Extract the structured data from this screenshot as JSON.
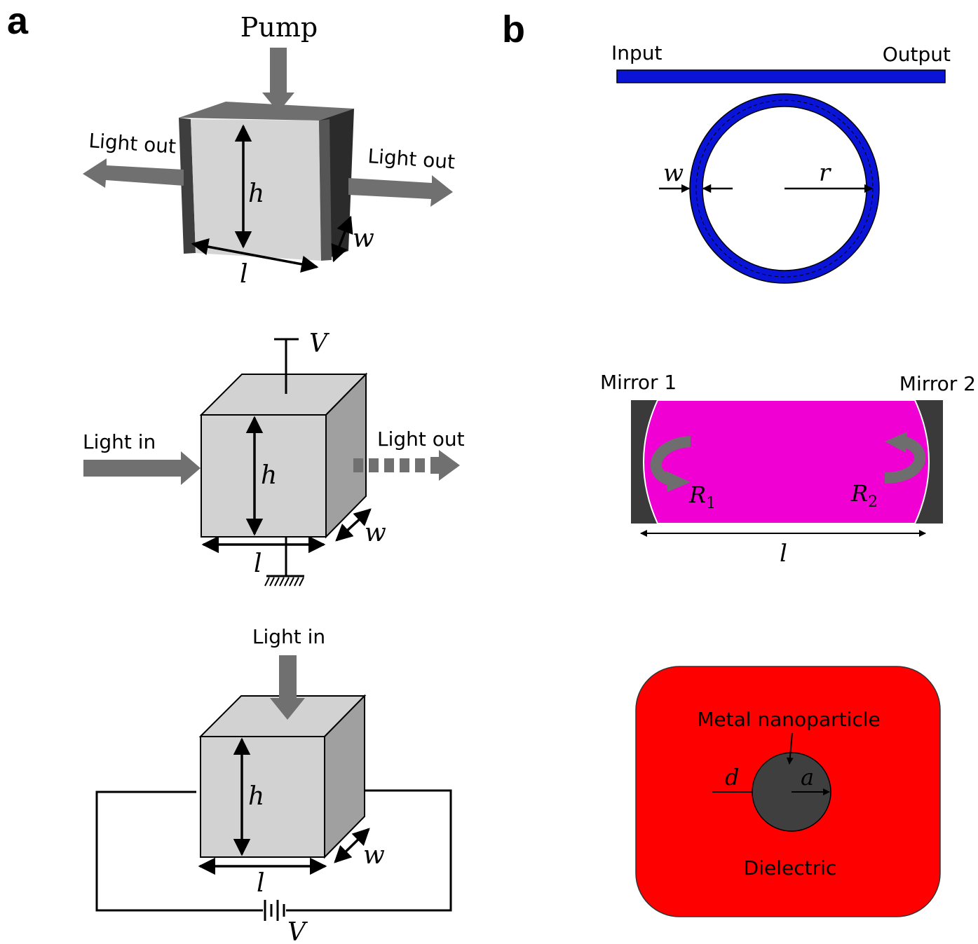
{
  "panels": {
    "a": {
      "letter": "a",
      "laser": {
        "pump": "Pump",
        "light_out_left": "Light out",
        "light_out_right": "Light out",
        "h": "h",
        "l": "l",
        "w": "w"
      },
      "modulator": {
        "voltage": "V",
        "light_in": "Light in",
        "light_out": "Light out",
        "h": "h",
        "l": "l",
        "w": "w"
      },
      "photodetector": {
        "light_in": "Light in",
        "h": "h",
        "l": "l",
        "w": "w",
        "voltage": "V"
      }
    },
    "b": {
      "letter": "b",
      "ring": {
        "input": "Input",
        "output": "Output",
        "w": "w",
        "r": "r"
      },
      "fabry_perot": {
        "mirror1": "Mirror 1",
        "mirror2": "Mirror 2",
        "r1": "R",
        "r1_sub": "1",
        "r2": "R",
        "r2_sub": "2",
        "l": "l"
      },
      "plasmonic": {
        "metal": "Metal nanoparticle",
        "dielectric": "Dielectric",
        "d": "d",
        "a": "a"
      }
    }
  },
  "colors": {
    "waveguide_blue": "#0a14d6",
    "cavity_magenta": "#f000d2",
    "dielectric_red": "#ff0000",
    "mirror_dark": "#3a3a3a",
    "arrow_gray": "#707070"
  }
}
